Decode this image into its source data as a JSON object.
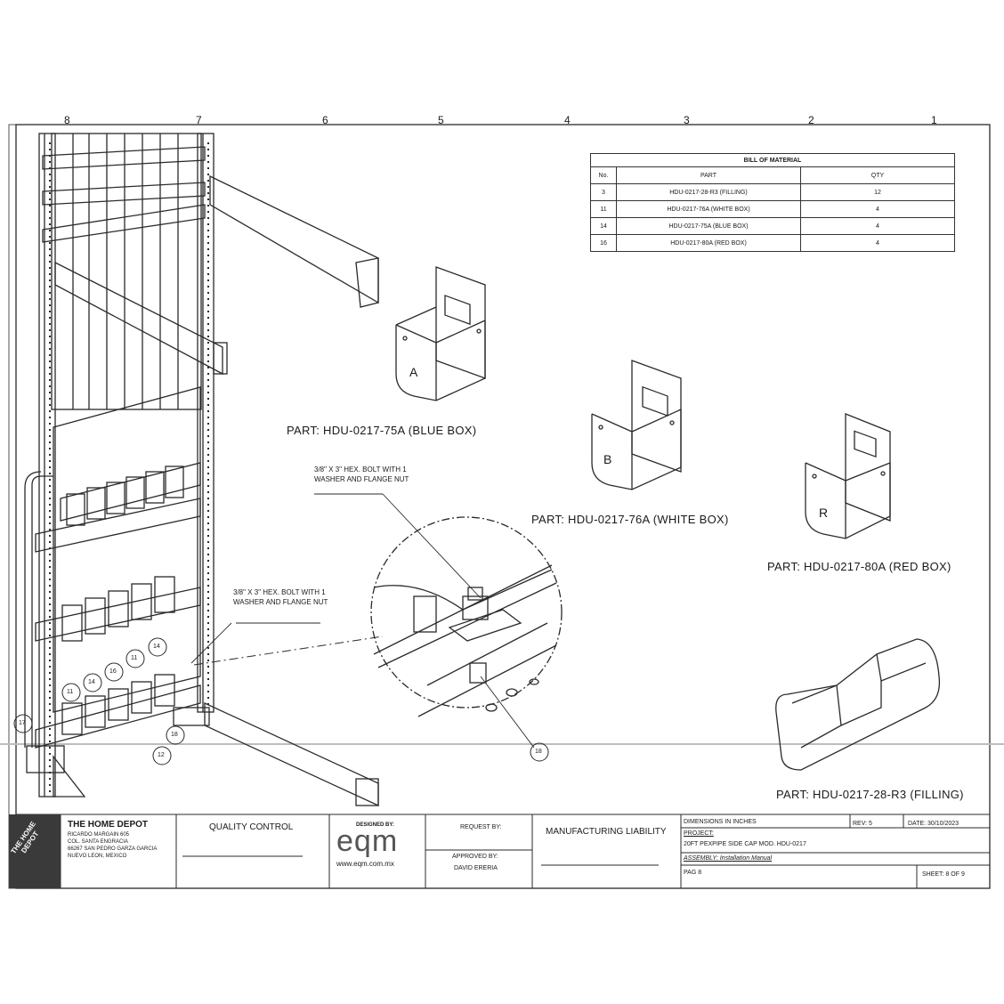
{
  "zone_numbers": [
    "8",
    "7",
    "6",
    "5",
    "4",
    "3",
    "2",
    "1"
  ],
  "bom": {
    "title": "BILL OF MATERIAL",
    "headers": {
      "no": "No.",
      "part": "PART",
      "qty": "QTY"
    },
    "rows": [
      {
        "no": "3",
        "part": "HDU-0217-28-R3 (FILLING)",
        "qty": "12"
      },
      {
        "no": "11",
        "part": "HDU-0217-76A (WHITE BOX)",
        "qty": "4"
      },
      {
        "no": "14",
        "part": "HDU-0217-75A (BLUE BOX)",
        "qty": "4"
      },
      {
        "no": "16",
        "part": "HDU-0217-80A (RED BOX)",
        "qty": "4"
      }
    ]
  },
  "box_letters": {
    "a": "A",
    "b": "B",
    "r": "R"
  },
  "part_labels": {
    "blue": "PART:  HDU-0217-75A (BLUE BOX)",
    "white": "PART:  HDU-0217-76A (WHITE BOX)",
    "red": "PART:  HDU-0217-80A (RED BOX)",
    "filling": "PART:  HDU-0217-28-R3 (FILLING)"
  },
  "notes": {
    "bolt_top": "3/8\" X 3\" HEX. BOLT WITH 1 WASHER AND FLANGE NUT",
    "bolt_left": "3/8\" X 3\" HEX. BOLT WITH 1 WASHER AND FLANGE NUT"
  },
  "balloons": {
    "b11a": "11",
    "b14a": "14",
    "b16": "16",
    "b11b": "11",
    "b14b": "14",
    "b17": "17",
    "b18a": "18",
    "b12": "12",
    "b18b": "18"
  },
  "title_block": {
    "company": "THE HOME DEPOT",
    "logo_text": "THE HOME DEPOT",
    "address": [
      "RICARDO MARGAIN 605",
      "COL. SANTA ENGRACIA",
      "66267 SAN PEDRO GARZA GARCIA",
      "NUEVO LEON, MEXICO"
    ],
    "quality_control": "QUALITY CONTROL",
    "designed_by": "DESIGNED BY:",
    "logo": "eqm",
    "website": "www.eqm.com.mx",
    "request_by": "REQUEST BY:",
    "approved_by": "APPROVED BY:",
    "approver": "DAVID ERERIA",
    "manufacturing_liability": "MANUFACTURING LIABILITY",
    "dimensions": "DIMENSIONS IN INCHES",
    "rev": "REV: 5",
    "date": "DATE: 30/10/2023",
    "project_label": "PROJECT:",
    "project": "20FT PEXPIPE SIDE CAP MOD. HDU-0217",
    "assembly": "ASSEMBLY: Installation Manual",
    "page": "PAG 8",
    "sheet": "SHEET: 8 OF 9"
  },
  "colors": {
    "line": "#2a2a2a",
    "faint": "#bdbdbd",
    "paper": "#ffffff"
  }
}
